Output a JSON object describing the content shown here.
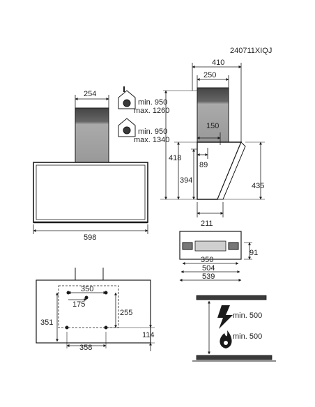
{
  "drawing_code": "240711XIQJ",
  "front_view": {
    "chimney_width": "254",
    "body_width": "598",
    "extraction_height": {
      "min": "min. 950",
      "max": "max. 1260"
    },
    "recirculation_height": {
      "min": "min. 950",
      "max": "max. 1340"
    }
  },
  "side_view": {
    "total_depth": "410",
    "chimney_depth": "250",
    "outlet_offset": "150",
    "outlet_diameter": "89",
    "body_height_418": "418",
    "body_height_394": "394",
    "body_height_435": "435",
    "bottom_depth": "211"
  },
  "top_view": {
    "width_350": "350",
    "width_504": "504",
    "width_539": "539",
    "depth_91": "91"
  },
  "wall_mount": {
    "hole_spacing_350": "350",
    "hole_spacing_175": "175",
    "height_351": "351",
    "height_255": "255",
    "offset_114": "114",
    "width_358": "358"
  },
  "clearance": {
    "electric": "min. 500",
    "gas": "min. 500"
  },
  "colors": {
    "line": "#1a1a1a",
    "fill_dark": "#3a3a3a",
    "fill_mid": "#777777",
    "fill_light": "#cfcfcf"
  }
}
